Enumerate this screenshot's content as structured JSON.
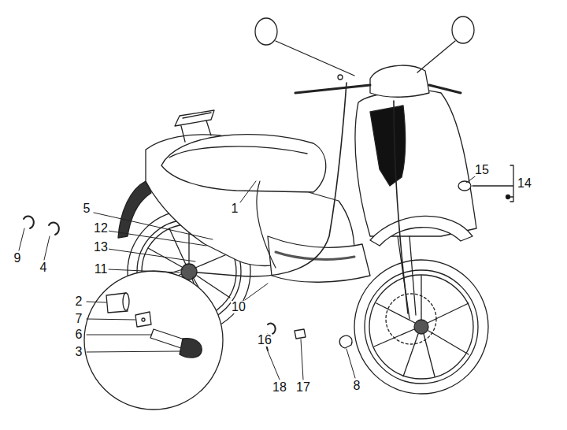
{
  "diagram": {
    "labels": [
      "15",
      "14",
      "5",
      "1",
      "12",
      "9",
      "4",
      "13",
      "11",
      "2",
      "7",
      "10",
      "6",
      "3",
      "16",
      "18",
      "17",
      "8"
    ]
  }
}
